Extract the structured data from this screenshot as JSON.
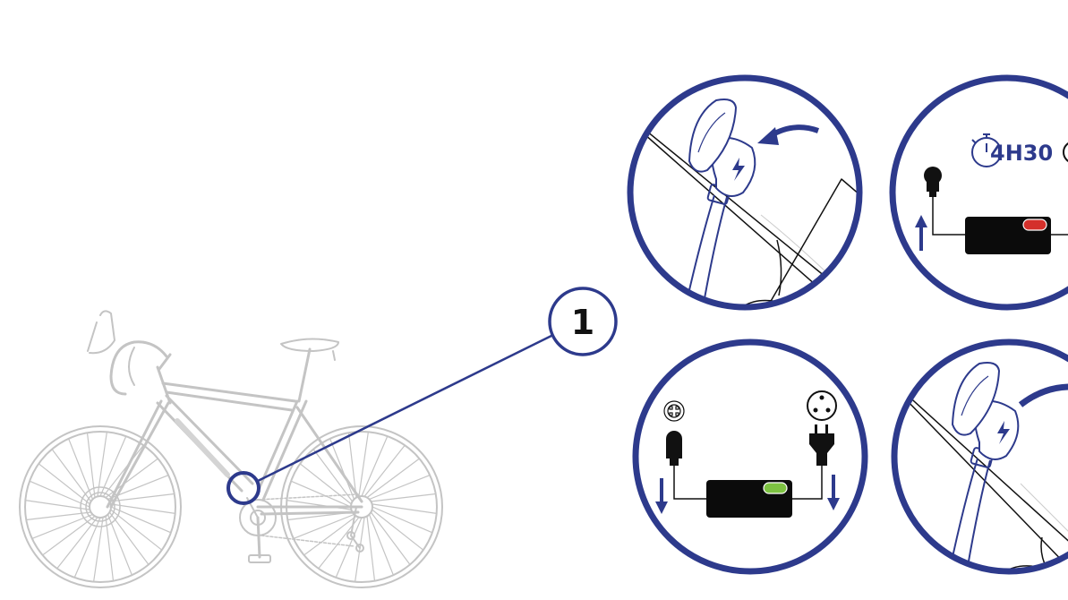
{
  "step": {
    "number": "1"
  },
  "timer": {
    "text": "4H30"
  },
  "colors": {
    "brand_navy": "#2d3a8c",
    "bike_gray": "#c4c4c4",
    "charger_body": "#0b0b0b",
    "led_charging": "#d4302b",
    "led_charged": "#7dc242",
    "line_black": "#111111"
  },
  "panels": [
    {
      "name": "open-charging-port",
      "icons": [
        "charging-port-icon",
        "lightning-icon",
        "curved-arrow-icon",
        "cable-icon"
      ]
    },
    {
      "name": "charging-in-progress",
      "icons": [
        "stopwatch-icon",
        "plug-icon",
        "arrow-up-icon",
        "charger-icon",
        "red-led-icon"
      ]
    },
    {
      "name": "charging-complete-unplug",
      "icons": [
        "connector-pins-icon",
        "outlet-icon",
        "plug-icon",
        "power-plug-icon",
        "arrow-down-icon",
        "charger-icon",
        "green-led-icon"
      ]
    },
    {
      "name": "close-charging-port",
      "icons": [
        "charging-port-icon",
        "lightning-icon",
        "curved-arrow-icon",
        "cable-icon"
      ]
    }
  ]
}
